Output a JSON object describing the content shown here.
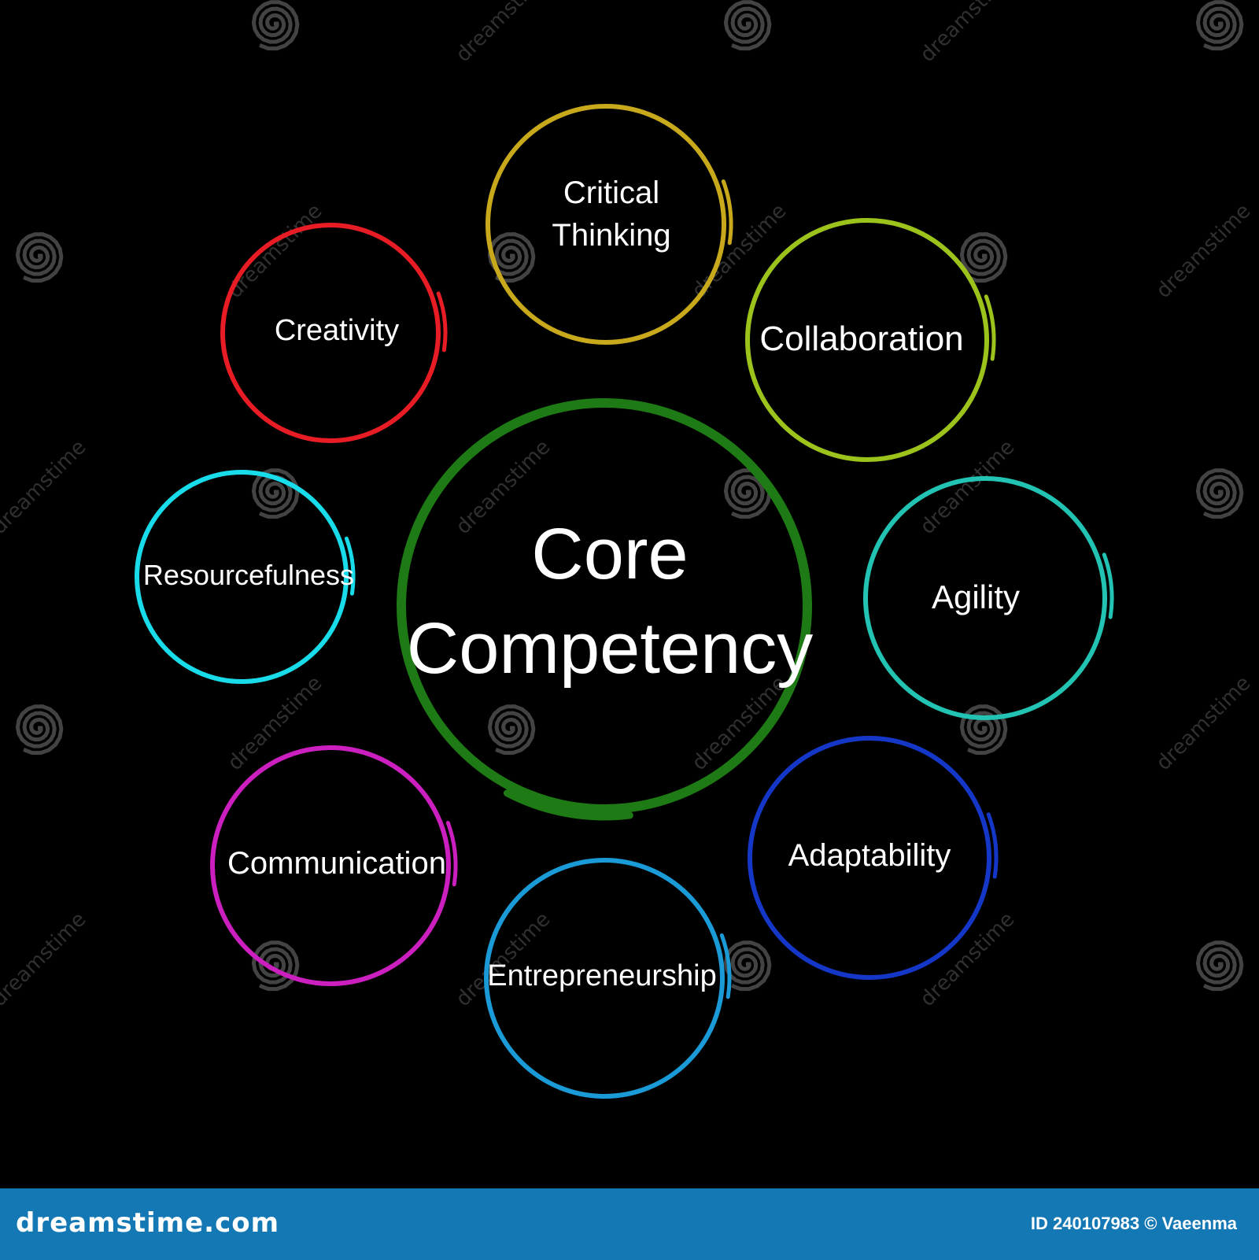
{
  "diagram": {
    "center": {
      "label_line1": "Core",
      "label_line2": "Competency",
      "color": "#1e7a14"
    },
    "nodes": [
      {
        "id": "critical-thinking",
        "label_lines": [
          "Critical",
          "Thinking"
        ],
        "color": "#c9a91c"
      },
      {
        "id": "collaboration",
        "label_lines": [
          "Collaboration"
        ],
        "color": "#9cc21c"
      },
      {
        "id": "agility",
        "label_lines": [
          "Agility"
        ],
        "color": "#23c3b3"
      },
      {
        "id": "adaptability",
        "label_lines": [
          "Adaptability"
        ],
        "color": "#1537c8"
      },
      {
        "id": "entrepreneurship",
        "label_lines": [
          "Entrepreneurship"
        ],
        "color": "#1a9ad6"
      },
      {
        "id": "communication",
        "label_lines": [
          "Communication"
        ],
        "color": "#cc1fc0"
      },
      {
        "id": "resourcefulness",
        "label_lines": [
          "Resourcefulness"
        ],
        "color": "#18dcea"
      },
      {
        "id": "creativity",
        "label_lines": [
          "Creativity"
        ],
        "color": "#e81c24"
      }
    ]
  },
  "watermark": {
    "text": "dreamstime"
  },
  "footer": {
    "brand": "dreamstime.com",
    "credit": "ID 240107983 © Vaeenma"
  }
}
